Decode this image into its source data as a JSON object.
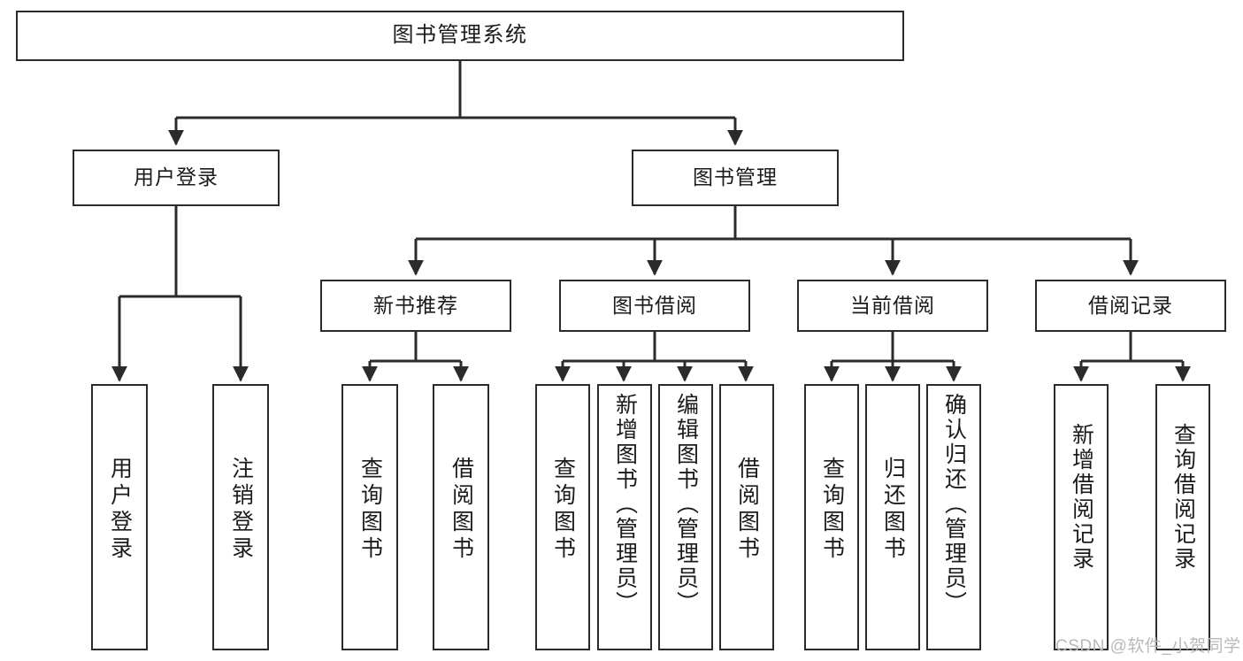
{
  "diagram": {
    "title": "图书管理系统",
    "type": "tree-hierarchy",
    "watermark": "CSDN @软件_小贺同学",
    "colors": {
      "stroke": "#2b2b2b",
      "fill": "#ffffff",
      "text": "#1b1b1b",
      "watermark": "#b9b9b9"
    },
    "nodes": {
      "root": {
        "label": "图书管理系统"
      },
      "level2": [
        {
          "label": "用户登录"
        },
        {
          "label": "图书管理"
        }
      ],
      "level3": [
        {
          "label": "新书推荐"
        },
        {
          "label": "图书借阅"
        },
        {
          "label": "当前借阅"
        },
        {
          "label": "借阅记录"
        }
      ],
      "leaves": {
        "user_login": [
          {
            "label": "用户登录"
          },
          {
            "label": "注销登录"
          }
        ],
        "new_book_rec": [
          {
            "label": "查询图书"
          },
          {
            "label": "借阅图书"
          }
        ],
        "book_borrow": [
          {
            "label": "查询图书"
          },
          {
            "label": "新增图书（管理员）"
          },
          {
            "label": "编辑图书（管理员）"
          },
          {
            "label": "借阅图书"
          }
        ],
        "current_borrow": [
          {
            "label": "查询图书"
          },
          {
            "label": "归还图书"
          },
          {
            "label": "确认归还（管理员）"
          }
        ],
        "borrow_record": [
          {
            "label": "新增借阅记录"
          },
          {
            "label": "查询借阅记录"
          }
        ]
      }
    },
    "edges": [
      {
        "from": "图书管理系统",
        "to": "用户登录"
      },
      {
        "from": "图书管理系统",
        "to": "图书管理"
      },
      {
        "from": "用户登录",
        "to": "用户登录"
      },
      {
        "from": "用户登录",
        "to": "注销登录"
      },
      {
        "from": "图书管理",
        "to": "新书推荐"
      },
      {
        "from": "图书管理",
        "to": "图书借阅"
      },
      {
        "from": "图书管理",
        "to": "当前借阅"
      },
      {
        "from": "图书管理",
        "to": "借阅记录"
      },
      {
        "from": "新书推荐",
        "to": "查询图书"
      },
      {
        "from": "新书推荐",
        "to": "借阅图书"
      },
      {
        "from": "图书借阅",
        "to": "查询图书"
      },
      {
        "from": "图书借阅",
        "to": "新增图书（管理员）"
      },
      {
        "from": "图书借阅",
        "to": "编辑图书（管理员）"
      },
      {
        "from": "图书借阅",
        "to": "借阅图书"
      },
      {
        "from": "当前借阅",
        "to": "查询图书"
      },
      {
        "from": "当前借阅",
        "to": "归还图书"
      },
      {
        "from": "当前借阅",
        "to": "确认归还（管理员）"
      },
      {
        "from": "借阅记录",
        "to": "新增借阅记录"
      },
      {
        "from": "借阅记录",
        "to": "查询借阅记录"
      }
    ]
  }
}
